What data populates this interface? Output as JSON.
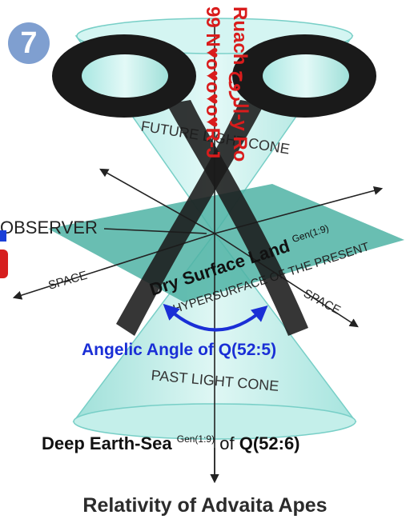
{
  "badge": "7",
  "labels": {
    "future_cone": "FUTURE LIGHT CONE",
    "past_cone": "PAST LIGHT CONE",
    "observer": "OBSERVER",
    "space_left": "SPACE",
    "space_right": "SPACE",
    "hypersurface": "HYPERSURFACE OF THE PRESENT",
    "dry_land": "Dry Surface Land",
    "dry_land_sup": "Gen(1:9)",
    "angelic": "Angelic Angle of Q(52:5)",
    "deep_main": "Deep Earth-Sea",
    "deep_sup": "Gen(1:9)",
    "deep_of": " of ",
    "deep_ref": "Q(52:6)",
    "vertical_red_1": "99 N♥o♥o♥o♥R-J",
    "vertical_red_2": "Ruach الروح-y Ro"
  },
  "caption": "Relativity of Advaita Apes",
  "colors": {
    "cone_fill": "#bfeeea",
    "cone_stroke": "#78cfc7",
    "plane_fill": "#4fb3a4",
    "scissors": "#1a1a1a",
    "angle_blue": "#1a2fd6",
    "red_text": "#d91c1c",
    "badge": "#7f9fd0"
  }
}
